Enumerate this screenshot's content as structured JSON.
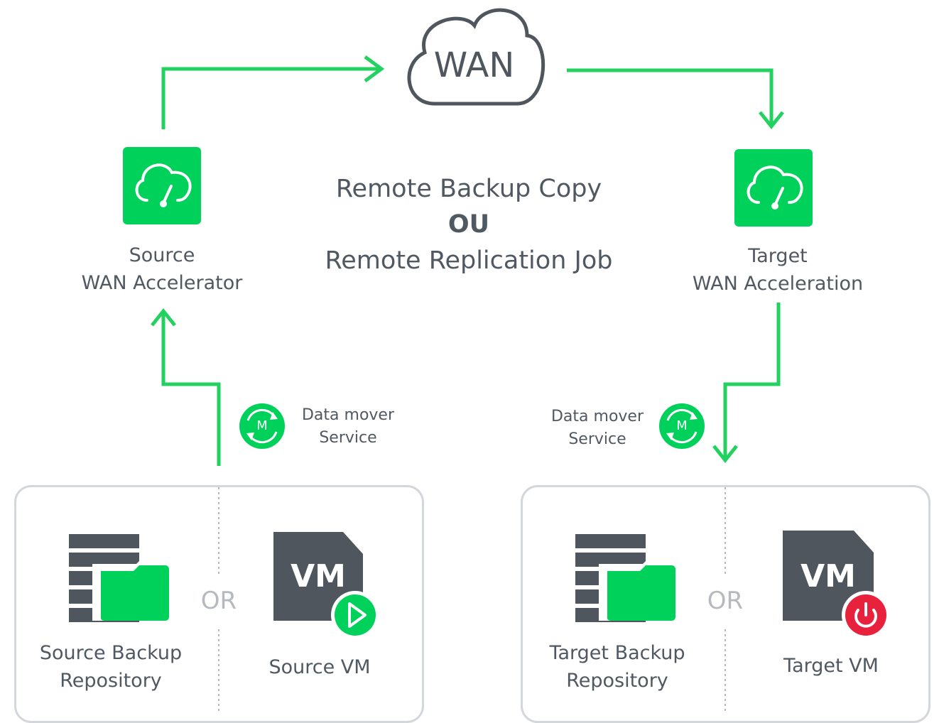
{
  "center": {
    "line1": "Remote Backup Copy",
    "line2": "OU",
    "line3": "Remote Replication Job"
  },
  "wan": {
    "label": "WAN"
  },
  "source_accelerator": {
    "label": "Source\nWAN Accelerator"
  },
  "target_accelerator": {
    "label": "Target\nWAN Acceleration"
  },
  "source_data_mover": {
    "label": "Data mover\nService",
    "icon_letter": "M"
  },
  "target_data_mover": {
    "label": "Data mover\nService",
    "icon_letter": "M"
  },
  "source_panel": {
    "repo_label": "Source Backup\nRepository",
    "or_label": "OR",
    "vm_text": "VM",
    "vm_label": "Source VM"
  },
  "target_panel": {
    "repo_label": "Target Backup\nRepository",
    "or_label": "OR",
    "vm_text": "VM",
    "vm_label": "Target VM"
  },
  "colors": {
    "accent_green": "#00d15a",
    "arrow_green": "#22d160",
    "dark_gray": "#50565d",
    "text_gray": "#505861",
    "or_gray": "#b6babe",
    "panel_border": "#d3d6da",
    "power_red": "#e8223c"
  },
  "icons": {
    "accelerator": "cloud-gauge-icon",
    "data_mover": "sync-m-icon",
    "repository": "server-folder-icon",
    "vm_running": "vm-play-icon",
    "vm_off": "vm-power-icon"
  }
}
